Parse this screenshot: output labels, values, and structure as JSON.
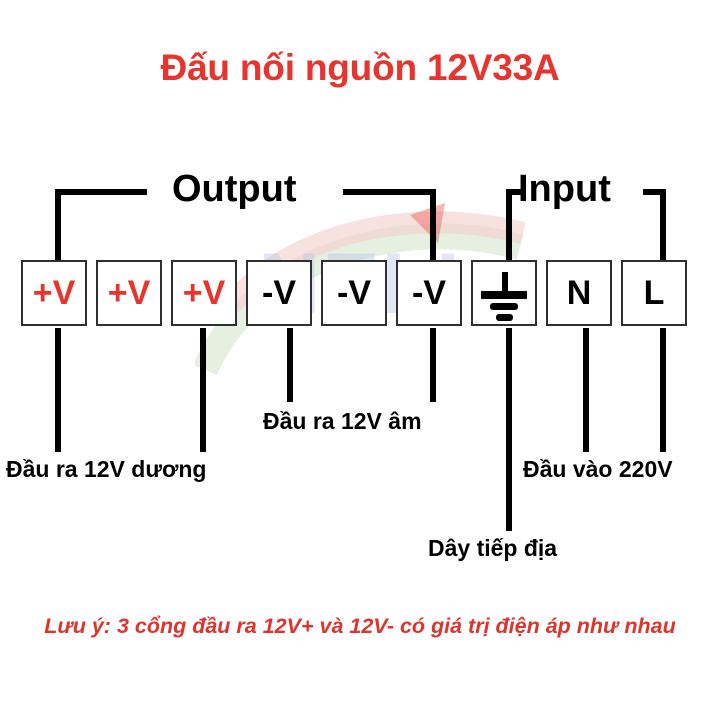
{
  "title": "Đấu nối nguồn 12V33A",
  "watermark": {
    "text": "NELI"
  },
  "brackets": [
    {
      "id": "output",
      "label": "Output"
    },
    {
      "id": "input",
      "label": "Input"
    }
  ],
  "terminals": [
    {
      "label": "+V",
      "kind": "pos",
      "name": "terminal-positive-1"
    },
    {
      "label": "+V",
      "kind": "pos",
      "name": "terminal-positive-2"
    },
    {
      "label": "+V",
      "kind": "pos",
      "name": "terminal-positive-3"
    },
    {
      "label": "-V",
      "kind": "neg",
      "name": "terminal-negative-1"
    },
    {
      "label": "-V",
      "kind": "neg",
      "name": "terminal-negative-2"
    },
    {
      "label": "-V",
      "kind": "neg",
      "name": "terminal-negative-3"
    },
    {
      "label": "",
      "kind": "gnd",
      "name": "terminal-ground",
      "icon": "ground-earth-icon"
    },
    {
      "label": "N",
      "kind": "ac",
      "name": "terminal-neutral"
    },
    {
      "label": "L",
      "kind": "ac",
      "name": "terminal-live"
    }
  ],
  "captions": {
    "positive_output": "Đầu ra 12V dương",
    "negative_output": "Đầu ra 12V âm",
    "ground_wire": "Dây tiếp địa",
    "mains_input": "Đầu vào 220V"
  },
  "note": "Lưu ý: 3 cổng đầu ra 12V+ và 12V- có giá trị điện áp như nhau",
  "colors": {
    "title_red": "#e8342c",
    "positive_red": "#e8342c",
    "note_red": "#e0332c",
    "line_black": "#000000",
    "terminal_border": "#2f2f2f",
    "watermark_blue": "#b9c4e8"
  }
}
